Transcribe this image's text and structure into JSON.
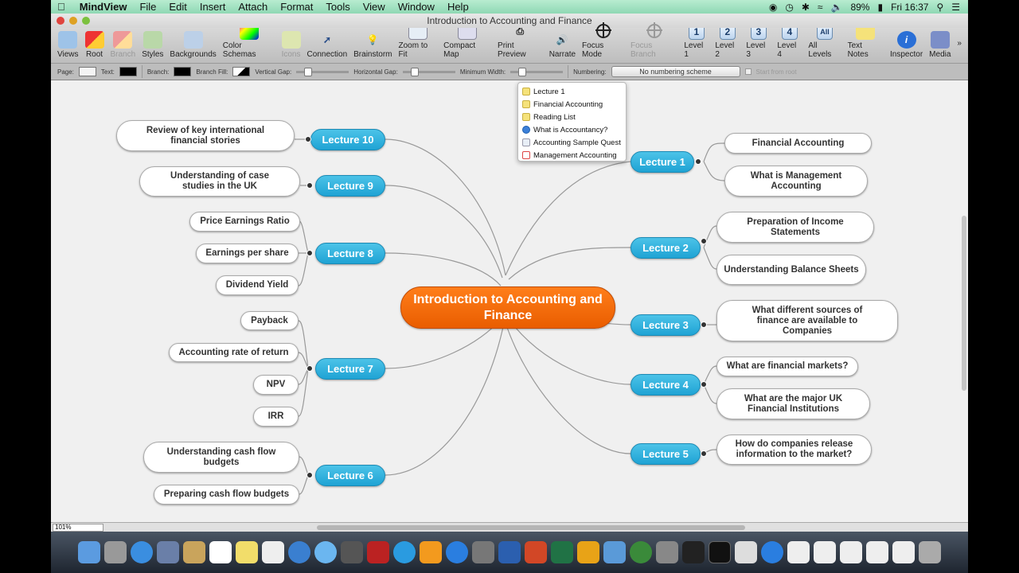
{
  "menubar": {
    "app": "MindView",
    "items": [
      "File",
      "Edit",
      "Insert",
      "Attach",
      "Format",
      "Tools",
      "View",
      "Window",
      "Help"
    ],
    "battery": "89%",
    "clock": "Fri 16:37"
  },
  "window": {
    "title": "Introduction to Accounting and Finance"
  },
  "toolbar": [
    "Views",
    "Root",
    "Branch",
    "Styles",
    "Backgrounds",
    "Color Schemas",
    "Icons",
    "Connection",
    "Brainstorm",
    "Zoom to Fit",
    "Compact Map",
    "Print Preview",
    "Narrate",
    "Focus Mode",
    "Focus Branch",
    "Level 1",
    "Level 2",
    "Level 3",
    "Level 4",
    "All Levels",
    "Text Notes",
    "Inspector",
    "Media"
  ],
  "level_badges": [
    "1",
    "2",
    "3",
    "4",
    "All"
  ],
  "formatbar": {
    "page": "Page:",
    "text": "Text:",
    "branch": "Branch:",
    "branch_fill": "Branch Fill:",
    "vertical_gap": "Vertical Gap:",
    "horizontal_gap": "Horizontal Gap:",
    "minimum_width": "Minimum Width:",
    "numbering": "Numbering:",
    "numbering_value": "No numbering scheme",
    "start_from_root": "Start from root"
  },
  "map": {
    "center": "Introduction to Accounting and Finance",
    "lectures": [
      "Lecture 1",
      "Lecture 2",
      "Lecture 3",
      "Lecture 4",
      "Lecture 5",
      "Lecture 6",
      "Lecture 7",
      "Lecture 8",
      "Lecture 9",
      "Lecture 10"
    ],
    "topics": {
      "l1": [
        "Financial Accounting",
        "What is Management Accounting"
      ],
      "l2": [
        "Preparation of Income Statements",
        "Understanding Balance Sheets"
      ],
      "l3": [
        "What different sources of finance are available to Companies"
      ],
      "l4": [
        "What are financial markets?",
        "What are the major UK Financial Institutions"
      ],
      "l5": [
        "How do companies release information to the market?"
      ],
      "l6": [
        "Understanding cash flow budgets",
        "Preparing cash flow budgets"
      ],
      "l7": [
        "Payback",
        "Accounting rate of return",
        "NPV",
        "IRR"
      ],
      "l8": [
        "Price Earnings Ratio",
        "Earnings per share",
        "Dividend Yield"
      ],
      "l9": [
        "Understanding of case studies in the UK"
      ],
      "l10": [
        "Review of key international financial stories"
      ]
    }
  },
  "popup": [
    "Lecture 1",
    "Financial Accounting",
    "Reading List",
    "What is Accountancy?",
    "Accounting Sample Quest",
    "Management Accounting"
  ],
  "zoom": "101%",
  "colors": {
    "lecture": "#1fa3d4",
    "center": "#f06a0a",
    "menubar": "#a6e3c4"
  }
}
